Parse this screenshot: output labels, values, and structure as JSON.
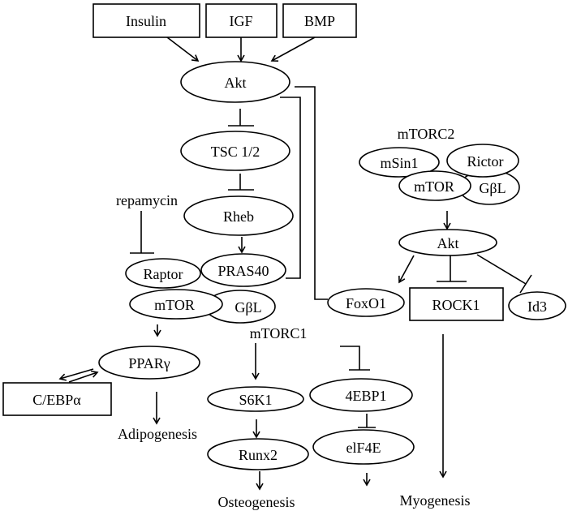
{
  "inputs": {
    "insulin": "Insulin",
    "igf": "IGF",
    "bmp": "BMP"
  },
  "akt_main": "Akt",
  "tsc": "TSC 1/2",
  "rheb": "Rheb",
  "repamycin": "repamycin",
  "mtorc1": {
    "label": "mTORC1",
    "raptor": "Raptor",
    "pras40": "PRAS40",
    "mtor": "mTOR",
    "gbl": "GβL"
  },
  "mtorc2": {
    "label": "mTORC2",
    "msin1": "mSin1",
    "rictor": "Rictor",
    "mtor": "mTOR",
    "gbl": "GβL"
  },
  "akt2": "Akt",
  "foxo1": "FoxO1",
  "rock1": "ROCK1",
  "id3": "Id3",
  "ppar": "PPARγ",
  "cebp": "C/EBPα",
  "s6k1": "S6K1",
  "runx2": "Runx2",
  "ebp1": "4EBP1",
  "eif4e": "elF4E",
  "outcomes": {
    "adipo": "Adipogenesis",
    "osteo": "Osteogenesis",
    "myo": "Myogenesis"
  }
}
